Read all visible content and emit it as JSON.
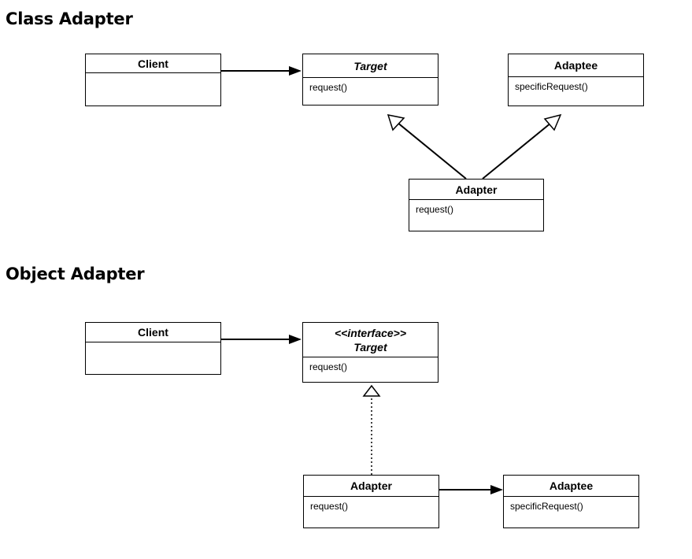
{
  "sections": {
    "class_adapter": {
      "title": "Class Adapter",
      "client": {
        "name": "Client"
      },
      "target": {
        "name": "Target",
        "operations": [
          "request()"
        ]
      },
      "adaptee": {
        "name": "Adaptee",
        "operations": [
          "specificRequest()"
        ]
      },
      "adapter": {
        "name": "Adapter",
        "operations": [
          "request()"
        ]
      }
    },
    "object_adapter": {
      "title": "Object Adapter",
      "client": {
        "name": "Client"
      },
      "target": {
        "stereotype": "<<interface>>",
        "name": "Target",
        "operations": [
          "request()"
        ]
      },
      "adapter": {
        "name": "Adapter",
        "operations": [
          "request()"
        ]
      },
      "adaptee": {
        "name": "Adaptee",
        "operations": [
          "specificRequest()"
        ]
      }
    }
  }
}
